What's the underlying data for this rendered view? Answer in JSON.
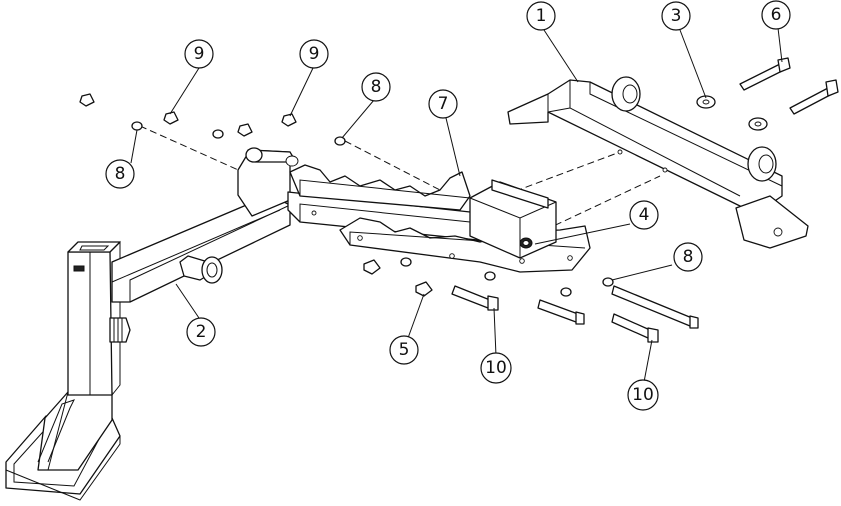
{
  "callouts": [
    {
      "label": "1"
    },
    {
      "label": "2"
    },
    {
      "label": "3"
    },
    {
      "label": "4"
    },
    {
      "label": "5"
    },
    {
      "label": "6"
    },
    {
      "label": "7"
    },
    {
      "label": "8"
    },
    {
      "label": "8"
    },
    {
      "label": "8"
    },
    {
      "label": "9"
    },
    {
      "label": "9"
    },
    {
      "label": "10"
    },
    {
      "label": "10"
    }
  ]
}
